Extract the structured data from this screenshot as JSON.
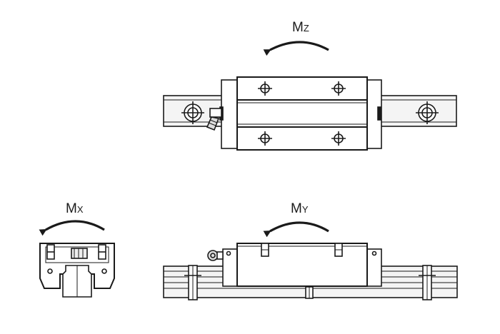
{
  "labels": {
    "mz": {
      "main": "M",
      "sub": "Z"
    },
    "mx": {
      "main": "M",
      "sub": "X"
    },
    "my": {
      "main": "M",
      "sub": "Y"
    }
  },
  "colors": {
    "stroke": "#1a1a1a",
    "rail_fill": "#f4f4f4",
    "background": "#ffffff"
  },
  "icons": [
    "arrow-ccw-icon",
    "crosshair-bolt-icon",
    "grease-nipple-icon"
  ]
}
